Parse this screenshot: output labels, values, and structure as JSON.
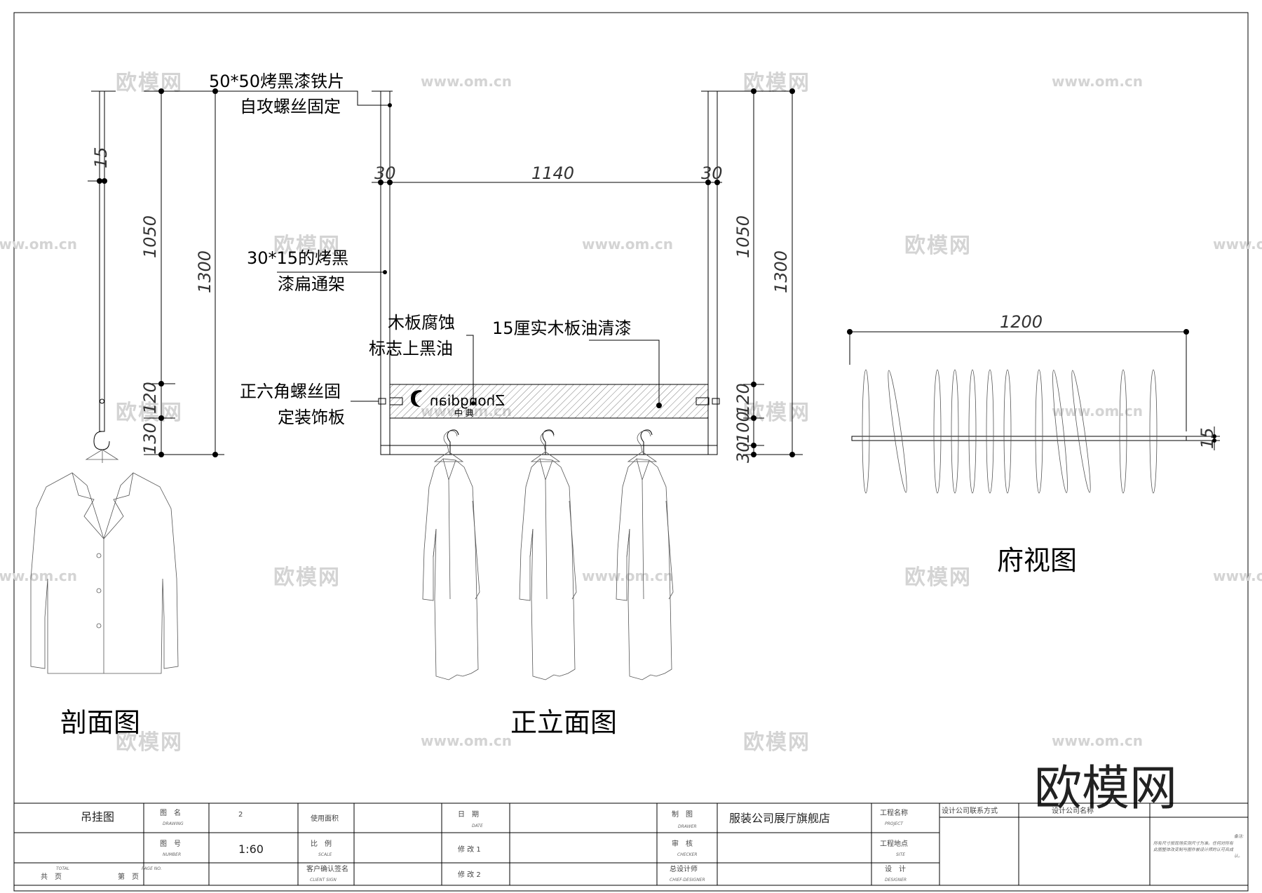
{
  "views": {
    "section": {
      "title": "剖面图",
      "dims": {
        "d15": "15",
        "d1050": "1050",
        "d1300": "1300",
        "d120": "120",
        "d130": "130"
      }
    },
    "elevation": {
      "title": "正立面图",
      "dims": {
        "d30a": "30",
        "d1140": "1140",
        "d30b": "30",
        "d1050": "1050",
        "d1300": "1300",
        "d120": "120",
        "d100": "100",
        "d30c": "30"
      },
      "logo": {
        "text": "Zhongdian",
        "sub": "中 典"
      }
    },
    "plan": {
      "title": "府视图",
      "dims": {
        "d1200": "1200",
        "d15": "15"
      }
    }
  },
  "annotations": {
    "plate_l1": "50*50烤黑漆铁片",
    "plate_l2": "自攻螺丝固定",
    "frame_l1": "30*15的烤黑",
    "frame_l2": "漆扁通架",
    "logo_l1": "木板腐蚀",
    "logo_l2": "标志上黑油",
    "board": "15厘实木板油清漆",
    "bolt_l1": "正六角螺丝固",
    "bolt_l2": "定装饰板"
  },
  "watermark": {
    "brand": "欧模网",
    "url": "www.om.cn"
  },
  "title_block": {
    "drawing_title": "吊挂图",
    "name_label": "图　名",
    "name_sub": "DRAWING",
    "name_value": "2",
    "area_label": "使用面积",
    "date_label": "日　期",
    "date_sub": "DATE",
    "drawer_label": "制　图",
    "drawer_sub": "DRAWER",
    "project_value": "服装公司展厅旗舰店",
    "project_label": "工程名称",
    "project_sub": "PROJECT",
    "contact_label": "设计公司联系方式",
    "company_label": "设计公司名称",
    "number_label": "图　号",
    "number_sub": "NUMBER",
    "scale_value": "1:60",
    "scale_label": "比　例",
    "scale_sub": "SCALE",
    "rev1_label": "修 改 1",
    "checker_label": "审　核",
    "checker_sub": "CHECKER",
    "site_label": "工程地点",
    "site_sub": "SITE",
    "total_label": "共　页",
    "total_sub": "TOTAL",
    "page_label": "第　页",
    "page_sub": "PAGE NO.",
    "client_label": "客户确认签名",
    "client_sub": "CLIENT SIGN",
    "rev2_label": "修 改 2",
    "chief_label": "总设计师",
    "chief_sub": "CHIEF-DESIGNER",
    "designer_label": "设　计",
    "designer_sub": "DESIGNER",
    "notes_title": "备注:",
    "notes_l1": "所有尺寸按现场实测尺寸为准。任何对所有",
    "notes_l2": "此图整体改变制与图件被设计师的认可兵成",
    "notes_l3": "认。"
  }
}
